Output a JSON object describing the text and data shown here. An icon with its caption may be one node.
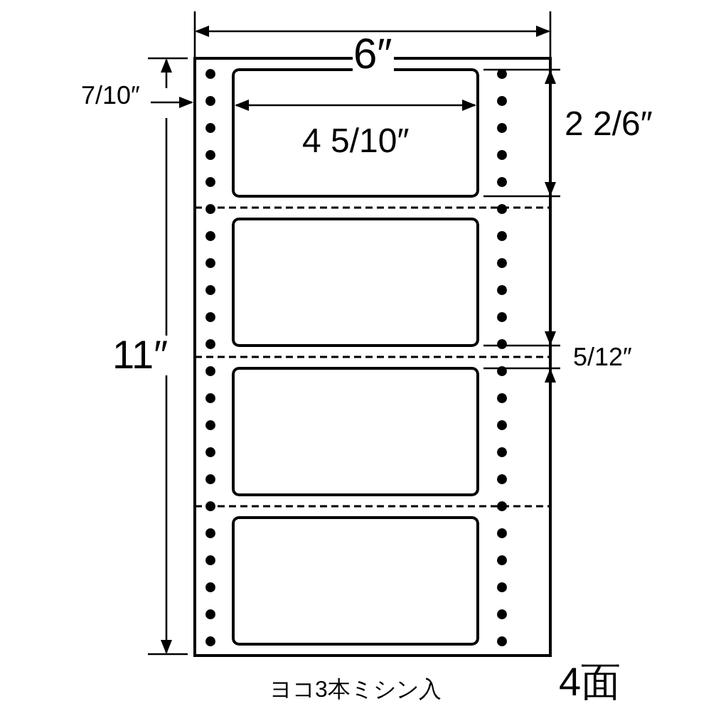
{
  "diagram": {
    "labels": [
      "6″",
      "7/10″",
      "4 5/10″",
      "2 2/6″",
      "11″",
      "5/12″",
      "4面",
      "ヨコ3本ミシン入"
    ]
  }
}
